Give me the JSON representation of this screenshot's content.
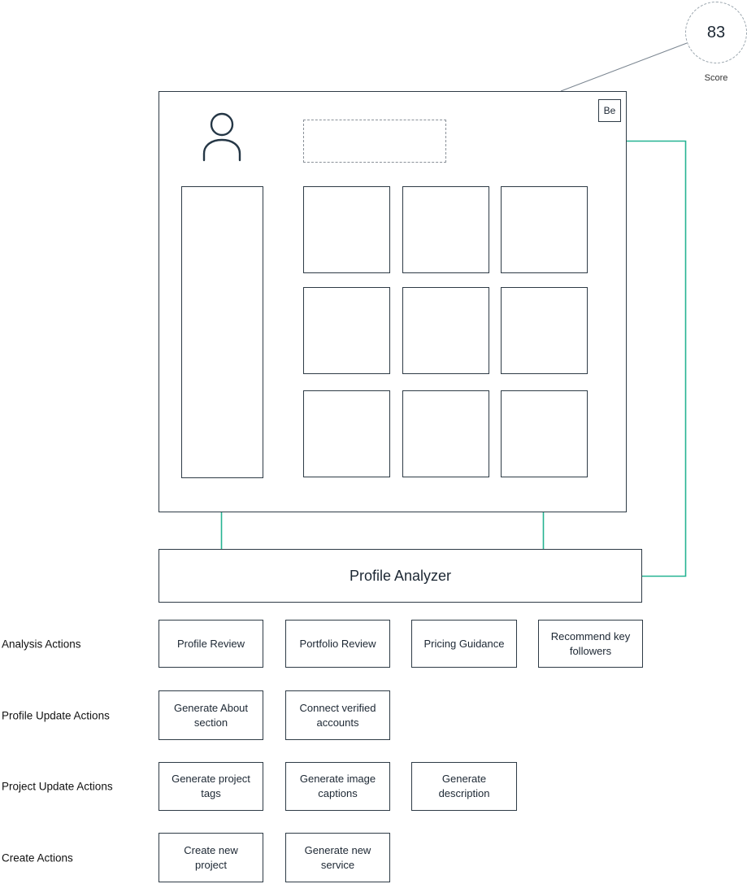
{
  "colors": {
    "accent_teal": "#25b392",
    "shape_border": "#2e3b46"
  },
  "score": {
    "value": "83",
    "label": "Score"
  },
  "profile_card": {
    "badge_label": "Be"
  },
  "analyzer": {
    "title": "Profile Analyzer"
  },
  "action_rows": [
    {
      "label": "Analysis Actions",
      "buttons": [
        "Profile Review",
        "Portfolio Review",
        "Pricing Guidance",
        "Recommend key followers"
      ]
    },
    {
      "label": "Profile Update Actions",
      "buttons": [
        "Generate About section",
        "Connect verified accounts"
      ]
    },
    {
      "label": "Project Update Actions",
      "buttons": [
        "Generate project tags",
        "Generate image captions",
        "Generate description"
      ]
    },
    {
      "label": "Create Actions",
      "buttons": [
        "Create new project",
        "Generate new service"
      ]
    }
  ]
}
